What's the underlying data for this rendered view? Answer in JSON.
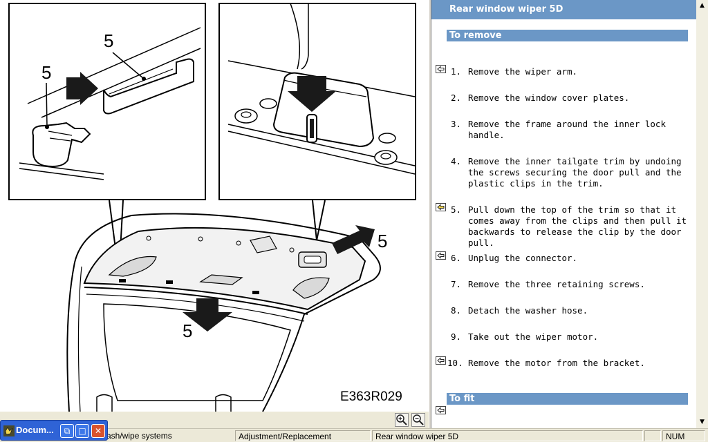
{
  "illustration": {
    "callout": "5",
    "figure_code": "E363R029"
  },
  "document": {
    "title": "Rear window wiper 5D",
    "remove_heading": "To remove",
    "fit_heading": "To fit",
    "steps": [
      {
        "num": "1.",
        "text": "Remove the wiper arm.",
        "icon": "back-arrow-icon"
      },
      {
        "num": "2.",
        "text": "Remove the window cover plates.",
        "icon": ""
      },
      {
        "num": "3.",
        "text": "Remove the frame around the inner lock handle.",
        "icon": ""
      },
      {
        "num": "4.",
        "text": "Remove the inner tailgate trim by undoing the screws securing the door pull and the plastic clips in the trim.",
        "icon": ""
      },
      {
        "num": "5.",
        "text": "Pull down the top of the trim so that it comes away from the clips and then pull it backwards to release the clip by the door pull.",
        "icon": "back-arrow-highlight-icon"
      },
      {
        "num": "6.",
        "text": "Unplug the connector.",
        "icon": "back-arrow-icon"
      },
      {
        "num": "7.",
        "text": "Remove the three retaining screws.",
        "icon": ""
      },
      {
        "num": "8.",
        "text": "Detach the washer hose.",
        "icon": ""
      },
      {
        "num": "9.",
        "text": "Take out the wiper motor.",
        "icon": ""
      },
      {
        "num": "10.",
        "text": "Remove the motor from the bracket.",
        "icon": "back-arrow-icon"
      }
    ]
  },
  "statusbar": {
    "section": "ash/wipe systems",
    "operation": "Adjustment/Replacement",
    "topic": "Rear window wiper 5D",
    "num": "NUM"
  },
  "taskbar": {
    "button_label": "Docum..."
  },
  "colors": {
    "section_bar": "#6b97c6",
    "highlight_icon": "#f2d64b"
  }
}
